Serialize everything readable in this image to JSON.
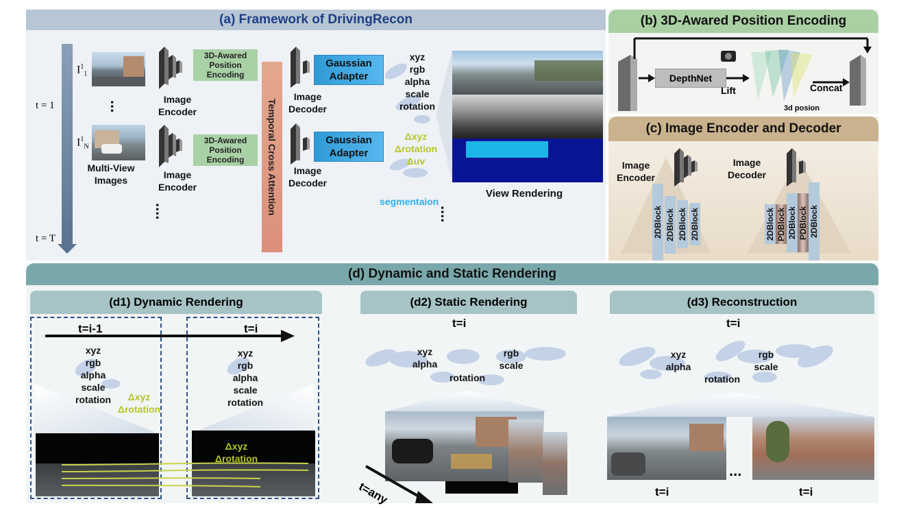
{
  "panel_a": {
    "title": "(a) Framework of DrivingRecon",
    "time_start": "t = 1",
    "time_end": "t = T",
    "img_first_label": "I",
    "img_first_sup": "1",
    "img_first_sub": "1",
    "img_last_label": "I",
    "img_last_sup": "1",
    "img_last_sub": "N",
    "multi_view_label": "Multi-View\nImages",
    "image_encoder_label": "Image\nEncoder",
    "position_encoding_label": "3D-Awared\nPosition\nEncoding",
    "temporal_cross_attention": "Temporal Cross Attention",
    "image_decoder_label": "Image\nDecoder",
    "gaussian_adapter_label": "Gaussian\nAdapter",
    "attrs_top": [
      "xyz",
      "rgb",
      "alpha",
      "scale",
      "rotation"
    ],
    "attrs_bottom": [
      "Δxyz",
      "Δrotation",
      "Δuv"
    ],
    "segmentation_label": "segmentaion",
    "view_rendering_label": "View Rendering"
  },
  "panel_b": {
    "title": "(b) 3D-Awared Position Encoding",
    "depthnet_label": "DepthNet",
    "lift_label": "Lift",
    "concat_label": "Concat",
    "pos_caption": "3d posion"
  },
  "panel_c": {
    "title": "(c) Image Encoder and Decoder",
    "encoder_label": "Image\nEncoder",
    "decoder_label": "Image\nDecoder",
    "block_label": "2DBlock",
    "pdblock_label": "PDBlock"
  },
  "panel_d": {
    "title": "(d) Dynamic and Static Rendering",
    "d1": {
      "title": "(d1) Dynamic Rendering",
      "t_prev": "t=i-1",
      "t_curr": "t=i",
      "attrs_left": [
        "xyz",
        "rgb",
        "alpha",
        "scale",
        "rotation"
      ],
      "attrs_right": [
        "xyz",
        "rgb",
        "alpha",
        "scale",
        "rotation"
      ],
      "delta_left": "Δxyz\nΔrotation",
      "delta_right": "Δxyz\nΔrotation"
    },
    "d2": {
      "title": "(d2) Static Rendering",
      "t_label": "t=i",
      "attr_xyz_alpha": "xyz\nalpha",
      "attr_rotation": "rotation",
      "attr_rgb_scale": "rgb\nscale",
      "t_any": "t=any"
    },
    "d3": {
      "title": "(d3) Reconstruction",
      "t_label": "t=i",
      "attr_xyz_alpha": "xyz\nalpha",
      "attr_rotation": "rotation",
      "attr_rgb_scale": "rgb\nscale",
      "ellipsis": "...",
      "t_left": "t=i",
      "t_right": "t=i"
    }
  },
  "colors": {
    "panel_a_header": "#b7c6d4",
    "panel_b_header": "#a9cfa3",
    "panel_c_header": "#c9b28d",
    "panel_d_header": "#7aa8aa",
    "gaussian_adapter": "#3aa6e2",
    "delta_text": "#b5c62a",
    "segmentation_text": "#2fb0e8",
    "attention_bar": "#e1957d"
  }
}
